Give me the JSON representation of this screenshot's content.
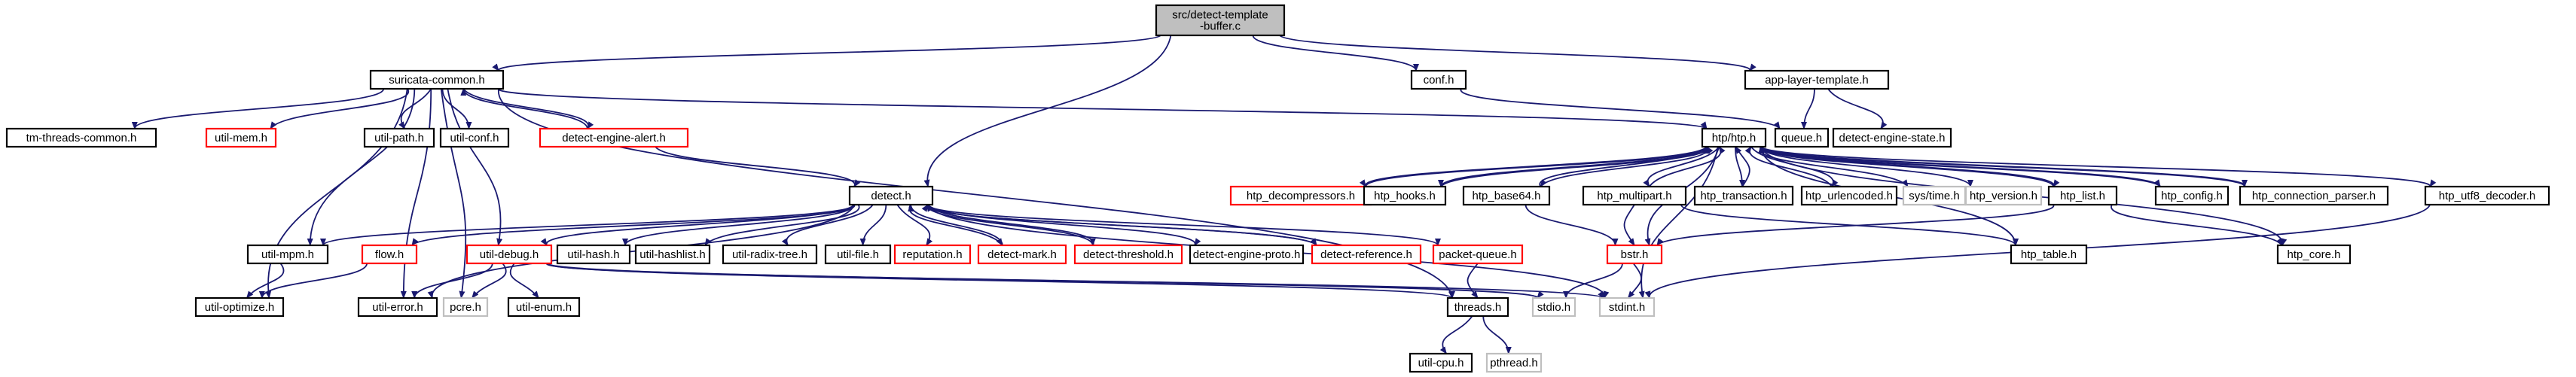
{
  "diagram": {
    "title": "",
    "colors": {
      "edge": "#191970",
      "normal_border": "#000000",
      "bad_border": "#ff0000",
      "system_border": "#bfbfbf",
      "root_fill": "#bfbfbf",
      "text": "#000000"
    },
    "nodes": [
      {
        "id": "root",
        "label": "src/detect-template\n-buffer.c",
        "style": "root"
      },
      {
        "id": "suricata-common",
        "label": "suricata-common.h",
        "style": "normal"
      },
      {
        "id": "conf",
        "label": "conf.h",
        "style": "normal"
      },
      {
        "id": "app-layer-template",
        "label": "app-layer-template.h",
        "style": "normal"
      },
      {
        "id": "tm-threads-common",
        "label": "tm-threads-common.h",
        "style": "normal"
      },
      {
        "id": "util-mem",
        "label": "util-mem.h",
        "style": "bad"
      },
      {
        "id": "util-path",
        "label": "util-path.h",
        "style": "normal"
      },
      {
        "id": "util-conf",
        "label": "util-conf.h",
        "style": "normal"
      },
      {
        "id": "detect-engine-alert",
        "label": "detect-engine-alert.h",
        "style": "bad"
      },
      {
        "id": "queue",
        "label": "queue.h",
        "style": "normal"
      },
      {
        "id": "detect-engine-state",
        "label": "detect-engine-state.h",
        "style": "normal"
      },
      {
        "id": "htp",
        "label": "htp/htp.h",
        "style": "normal"
      },
      {
        "id": "detect",
        "label": "detect.h",
        "style": "normal"
      },
      {
        "id": "htp_decompressors",
        "label": "htp_decompressors.h",
        "style": "bad"
      },
      {
        "id": "htp_hooks",
        "label": "htp_hooks.h",
        "style": "normal"
      },
      {
        "id": "htp_base64",
        "label": "htp_base64.h",
        "style": "normal"
      },
      {
        "id": "htp_multipart",
        "label": "htp_multipart.h",
        "style": "normal"
      },
      {
        "id": "htp_transaction",
        "label": "htp_transaction.h",
        "style": "normal"
      },
      {
        "id": "htp_urlencoded",
        "label": "htp_urlencoded.h",
        "style": "normal"
      },
      {
        "id": "sys_time",
        "label": "sys/time.h",
        "style": "system"
      },
      {
        "id": "htp_version",
        "label": "htp_version.h",
        "style": "system"
      },
      {
        "id": "htp_list",
        "label": "htp_list.h",
        "style": "normal"
      },
      {
        "id": "htp_config",
        "label": "htp_config.h",
        "style": "normal"
      },
      {
        "id": "htp_connection_parser",
        "label": "htp_connection_parser.h",
        "style": "normal"
      },
      {
        "id": "htp_utf8_decoder",
        "label": "htp_utf8_decoder.h",
        "style": "normal"
      },
      {
        "id": "util-mpm",
        "label": "util-mpm.h",
        "style": "normal"
      },
      {
        "id": "flow",
        "label": "flow.h",
        "style": "bad"
      },
      {
        "id": "util-debug",
        "label": "util-debug.h",
        "style": "bad"
      },
      {
        "id": "util-hash",
        "label": "util-hash.h",
        "style": "normal"
      },
      {
        "id": "util-hashlist",
        "label": "util-hashlist.h",
        "style": "normal"
      },
      {
        "id": "util-radix-tree",
        "label": "util-radix-tree.h",
        "style": "normal"
      },
      {
        "id": "util-file",
        "label": "util-file.h",
        "style": "normal"
      },
      {
        "id": "reputation",
        "label": "reputation.h",
        "style": "bad"
      },
      {
        "id": "detect-mark",
        "label": "detect-mark.h",
        "style": "bad"
      },
      {
        "id": "detect-threshold",
        "label": "detect-threshold.h",
        "style": "bad"
      },
      {
        "id": "detect-engine-proto",
        "label": "detect-engine-proto.h",
        "style": "normal"
      },
      {
        "id": "detect-reference",
        "label": "detect-reference.h",
        "style": "bad"
      },
      {
        "id": "packet-queue",
        "label": "packet-queue.h",
        "style": "bad"
      },
      {
        "id": "bstr",
        "label": "bstr.h",
        "style": "bad"
      },
      {
        "id": "htp_table",
        "label": "htp_table.h",
        "style": "normal"
      },
      {
        "id": "htp_core",
        "label": "htp_core.h",
        "style": "normal"
      },
      {
        "id": "util-optimize",
        "label": "util-optimize.h",
        "style": "normal"
      },
      {
        "id": "util-error",
        "label": "util-error.h",
        "style": "normal"
      },
      {
        "id": "pcre",
        "label": "pcre.h",
        "style": "system"
      },
      {
        "id": "util-enum",
        "label": "util-enum.h",
        "style": "normal"
      },
      {
        "id": "threads",
        "label": "threads.h",
        "style": "normal"
      },
      {
        "id": "stdio",
        "label": "stdio.h",
        "style": "system"
      },
      {
        "id": "stdint",
        "label": "stdint.h",
        "style": "system"
      },
      {
        "id": "util-cpu",
        "label": "util-cpu.h",
        "style": "normal"
      },
      {
        "id": "pthread",
        "label": "pthread.h",
        "style": "system"
      }
    ],
    "edges": [
      [
        "root",
        "suricata-common"
      ],
      [
        "root",
        "conf"
      ],
      [
        "root",
        "app-layer-template"
      ],
      [
        "root",
        "detect"
      ],
      [
        "suricata-common",
        "tm-threads-common"
      ],
      [
        "suricata-common",
        "util-mem"
      ],
      [
        "suricata-common",
        "util-path"
      ],
      [
        "suricata-common",
        "util-conf"
      ],
      [
        "suricata-common",
        "detect-engine-alert"
      ],
      [
        "suricata-common",
        "htp"
      ],
      [
        "suricata-common",
        "util-mpm"
      ],
      [
        "suricata-common",
        "util-debug"
      ],
      [
        "suricata-common",
        "util-optimize"
      ],
      [
        "suricata-common",
        "util-error"
      ],
      [
        "suricata-common",
        "pcre"
      ],
      [
        "suricata-common",
        "threads"
      ],
      [
        "detect-engine-alert",
        "suricata-common"
      ],
      [
        "detect-engine-alert",
        "detect"
      ],
      [
        "conf",
        "queue"
      ],
      [
        "app-layer-template",
        "queue"
      ],
      [
        "app-layer-template",
        "detect-engine-state"
      ],
      [
        "htp",
        "htp_decompressors"
      ],
      [
        "htp",
        "htp_hooks"
      ],
      [
        "htp",
        "htp_base64"
      ],
      [
        "htp",
        "htp_multipart"
      ],
      [
        "htp",
        "htp_transaction"
      ],
      [
        "htp",
        "htp_urlencoded"
      ],
      [
        "htp",
        "sys_time"
      ],
      [
        "htp",
        "htp_version"
      ],
      [
        "htp",
        "htp_list"
      ],
      [
        "htp",
        "htp_config"
      ],
      [
        "htp",
        "htp_connection_parser"
      ],
      [
        "htp",
        "htp_utf8_decoder"
      ],
      [
        "htp",
        "bstr"
      ],
      [
        "htp",
        "htp_table"
      ],
      [
        "htp",
        "htp_core"
      ],
      [
        "htp",
        "stdint"
      ],
      [
        "htp_decompressors",
        "htp"
      ],
      [
        "htp_hooks",
        "htp"
      ],
      [
        "htp_base64",
        "htp"
      ],
      [
        "htp_base64",
        "bstr"
      ],
      [
        "htp_multipart",
        "htp"
      ],
      [
        "htp_multipart",
        "bstr"
      ],
      [
        "htp_multipart",
        "htp_table"
      ],
      [
        "htp_transaction",
        "htp"
      ],
      [
        "htp_urlencoded",
        "htp"
      ],
      [
        "htp_list",
        "htp"
      ],
      [
        "htp_list",
        "bstr"
      ],
      [
        "htp_list",
        "htp_core"
      ],
      [
        "htp_config",
        "htp"
      ],
      [
        "htp_connection_parser",
        "htp"
      ],
      [
        "htp_utf8_decoder",
        "stdint"
      ],
      [
        "detect",
        "util-mpm"
      ],
      [
        "detect",
        "flow"
      ],
      [
        "detect",
        "util-debug"
      ],
      [
        "detect",
        "util-hash"
      ],
      [
        "detect",
        "util-hashlist"
      ],
      [
        "detect",
        "util-radix-tree"
      ],
      [
        "detect",
        "util-file"
      ],
      [
        "detect",
        "reputation"
      ],
      [
        "detect",
        "detect-mark"
      ],
      [
        "detect",
        "detect-threshold"
      ],
      [
        "detect",
        "detect-engine-proto"
      ],
      [
        "detect",
        "detect-reference"
      ],
      [
        "detect",
        "packet-queue"
      ],
      [
        "detect",
        "stdint"
      ],
      [
        "detect",
        "util-error"
      ],
      [
        "detect-mark",
        "detect"
      ],
      [
        "detect-threshold",
        "detect"
      ],
      [
        "detect-reference",
        "detect"
      ],
      [
        "util-debug",
        "util-error"
      ],
      [
        "util-debug",
        "pcre"
      ],
      [
        "util-debug",
        "util-enum"
      ],
      [
        "util-debug",
        "threads"
      ],
      [
        "util-debug",
        "stdio"
      ],
      [
        "util-debug",
        "stdint"
      ],
      [
        "flow",
        "util-optimize"
      ],
      [
        "util-mpm",
        "util-optimize"
      ],
      [
        "packet-queue",
        "threads"
      ],
      [
        "bstr",
        "stdio"
      ],
      [
        "bstr",
        "stdint"
      ],
      [
        "threads",
        "util-cpu"
      ],
      [
        "threads",
        "pthread"
      ]
    ]
  }
}
